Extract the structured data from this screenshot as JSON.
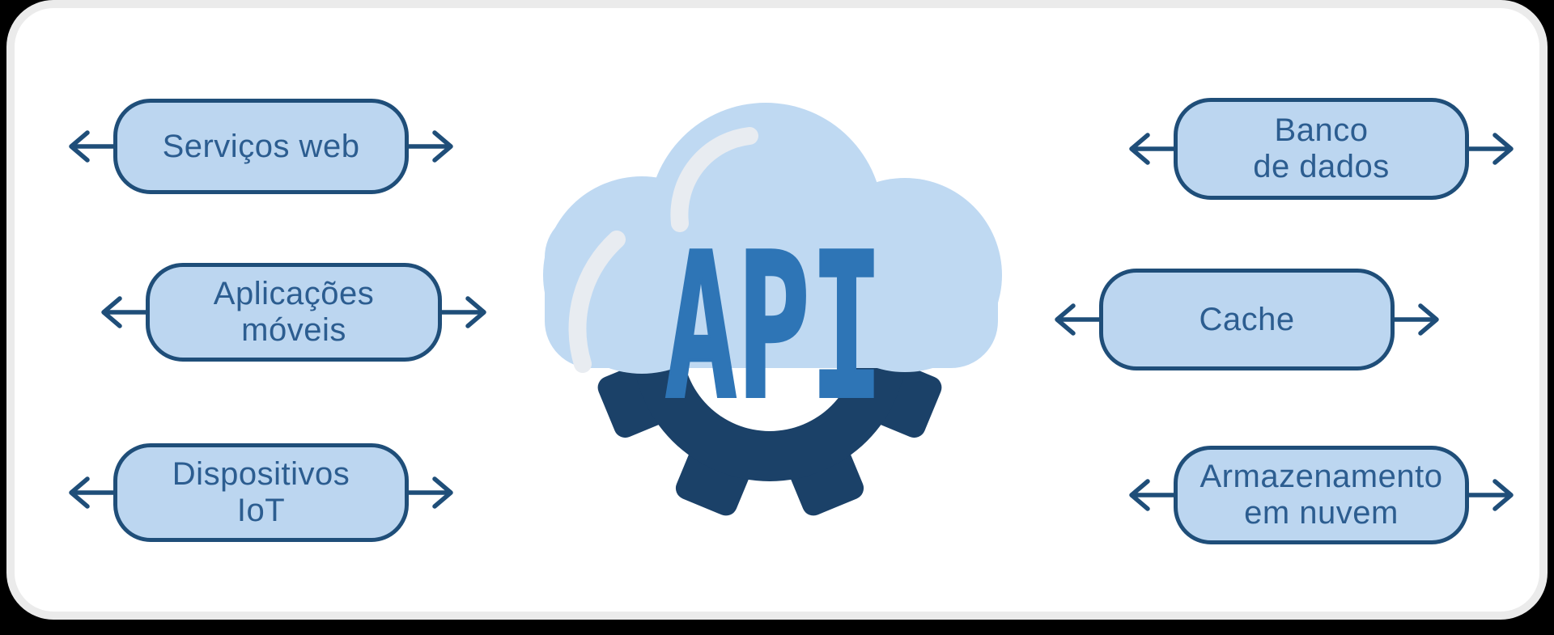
{
  "center": {
    "api_label": "API",
    "cloud_icon": "cloud-icon",
    "gear_icon": "gear-icon"
  },
  "nodes": {
    "left": [
      {
        "label": "Serviços web"
      },
      {
        "label": "Aplicações\nmóveis"
      },
      {
        "label": "Dispositivos\nIoT"
      }
    ],
    "right": [
      {
        "label": "Banco\nde dados"
      },
      {
        "label": "Cache"
      },
      {
        "label": "Armazenamento\nem nuvem"
      }
    ]
  },
  "colors": {
    "canvas": "#000000",
    "card": "#FFFFFF",
    "card_rim": "#EBEBEB",
    "node_fill": "#BCD6F0",
    "node_border": "#1F4E79",
    "node_text": "#2C5D90",
    "arrow": "#1F4E79",
    "cloud": "#BFD9F2",
    "cloud_highlight": "#E8ECF1",
    "api_text": "#2E75B6",
    "gear": "#1B4168"
  }
}
